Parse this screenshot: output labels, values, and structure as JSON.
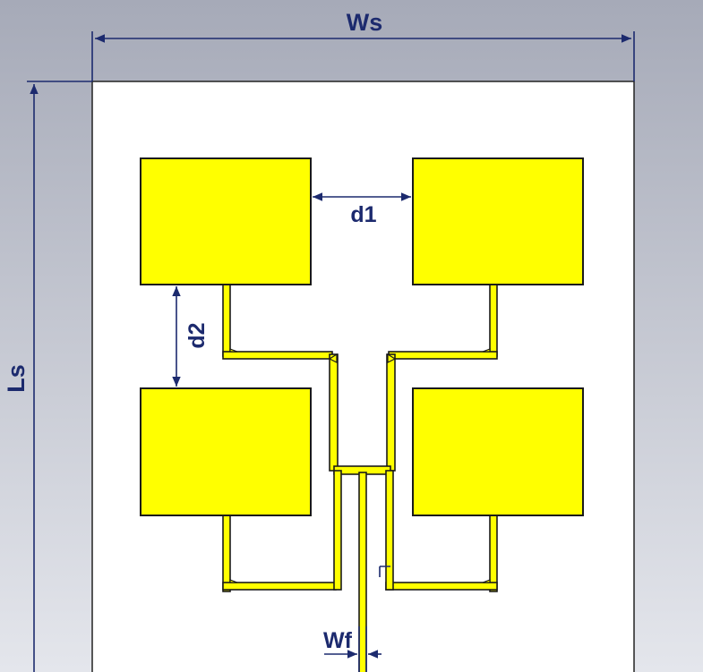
{
  "labels": {
    "ws": "Ws",
    "ls": "Ls",
    "d1": "d1",
    "d2": "d2",
    "wf": "Wf"
  },
  "colors": {
    "background_top": "#a6aab8",
    "background_bottom": "#e4e6ec",
    "substrate": "#ffffff",
    "patch": "#ffff00",
    "patch_outline": "#1a1a1a",
    "dimension": "#1c2a6e"
  },
  "elements": {
    "patches": [
      "patch-top-left",
      "patch-top-right",
      "patch-bottom-left",
      "patch-bottom-right"
    ],
    "feed": "feed-network"
  }
}
